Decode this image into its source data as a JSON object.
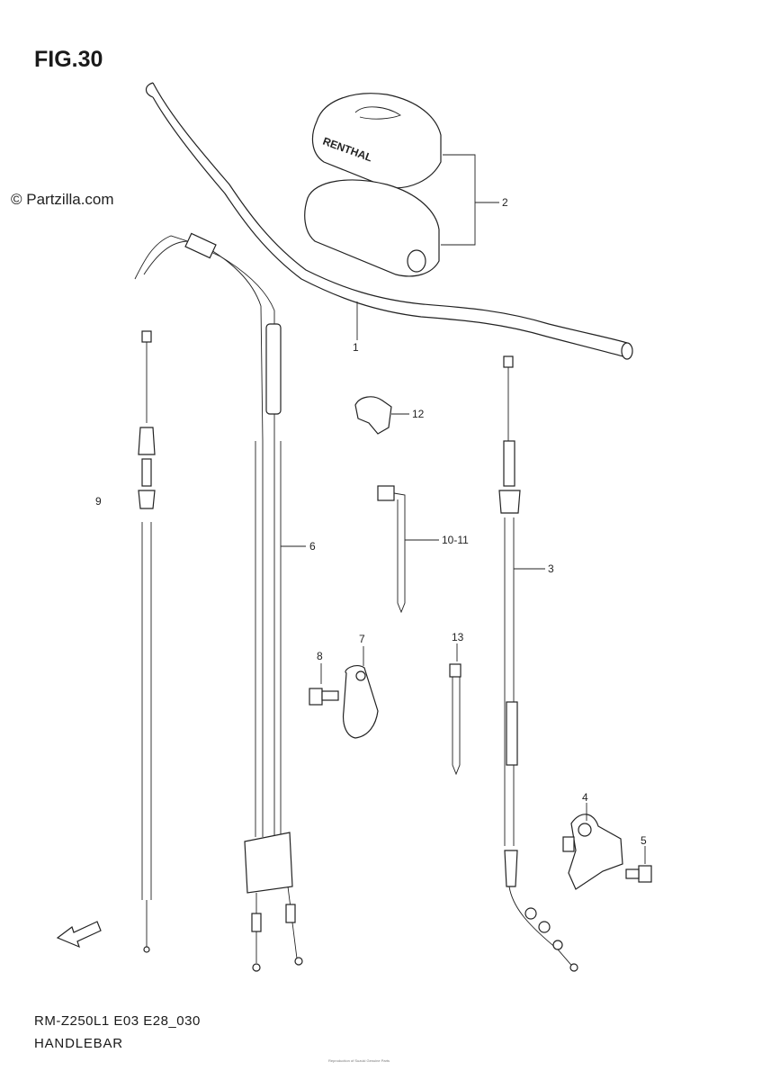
{
  "figure": {
    "title": "FIG.30",
    "watermark": "© Partzilla.com",
    "model_code": "RM-Z250L1 E03 E28_030",
    "section_name": "HANDLEBAR",
    "fine_print": "Reproduction of Suzuki Genuine Parts"
  },
  "callouts": {
    "c1": "1",
    "c2": "2",
    "c3": "3",
    "c4": "4",
    "c5": "5",
    "c6": "6",
    "c7": "7",
    "c8": "8",
    "c9": "9",
    "c10_11": "10-11",
    "c12": "12",
    "c13": "13"
  }
}
